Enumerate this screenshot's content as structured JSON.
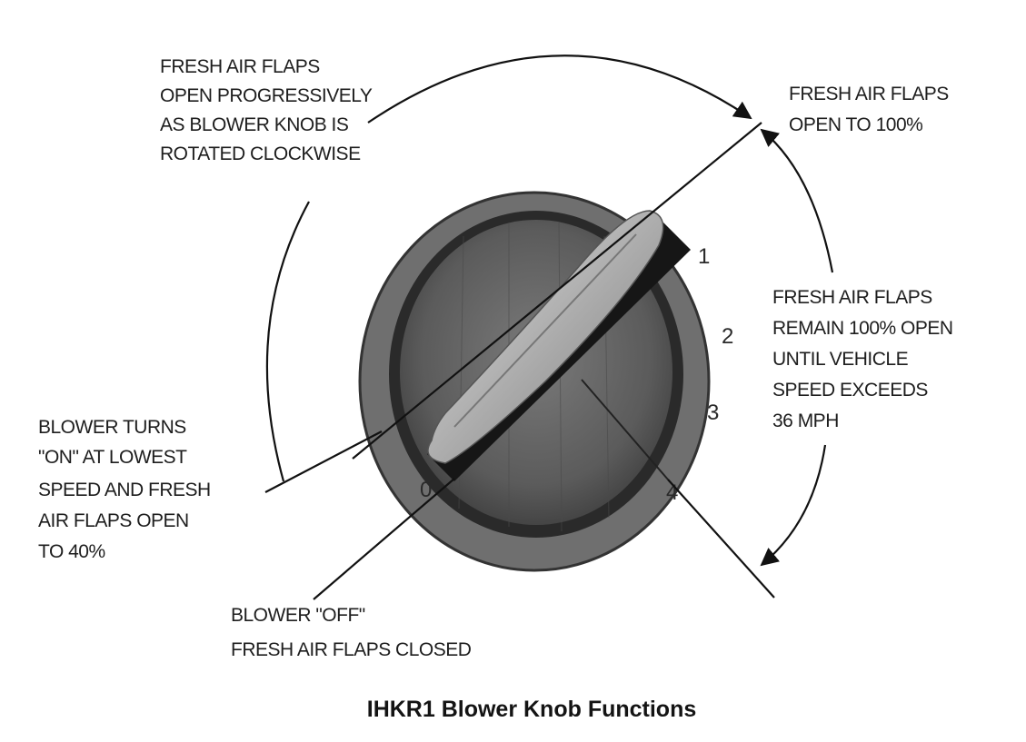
{
  "caption": "IHKR1 Blower Knob Functions",
  "knob": {
    "positions": [
      "0",
      "1",
      "2",
      "3",
      "4"
    ]
  },
  "annotations": {
    "progressive": [
      "FRESH AIR FLAPS",
      "OPEN PROGRESSIVELY",
      "AS BLOWER KNOB IS",
      "ROTATED CLOCKWISE"
    ],
    "full_open": [
      "FRESH AIR FLAPS",
      "OPEN TO 100%"
    ],
    "remain_open": [
      "FRESH AIR FLAPS",
      "REMAIN 100% OPEN",
      "UNTIL VEHICLE",
      "SPEED EXCEEDS",
      "36 MPH"
    ],
    "blower_on": [
      "BLOWER TURNS",
      "\"ON\" AT LOWEST",
      "SPEED AND FRESH",
      "AIR FLAPS OPEN",
      "TO 40%"
    ],
    "blower_off": [
      "BLOWER \"OFF\"",
      "FRESH AIR FLAPS CLOSED"
    ]
  }
}
